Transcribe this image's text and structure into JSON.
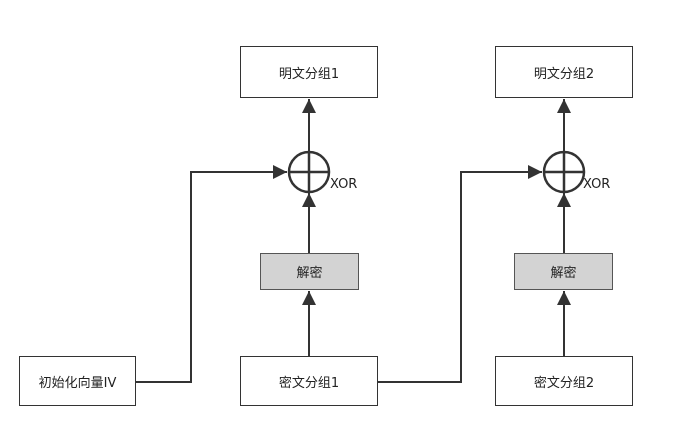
{
  "diagram": {
    "plaintext_block_1": "明文分组1",
    "plaintext_block_2": "明文分组2",
    "decrypt_1": "解密",
    "decrypt_2": "解密",
    "ciphertext_block_1": "密文分组1",
    "ciphertext_block_2": "密文分组2",
    "iv": "初始化向量IV",
    "xor_1": "XOR",
    "xor_2": "XOR"
  },
  "colors": {
    "stroke": "#333333",
    "decrypt_fill": "#d3d3d3"
  }
}
